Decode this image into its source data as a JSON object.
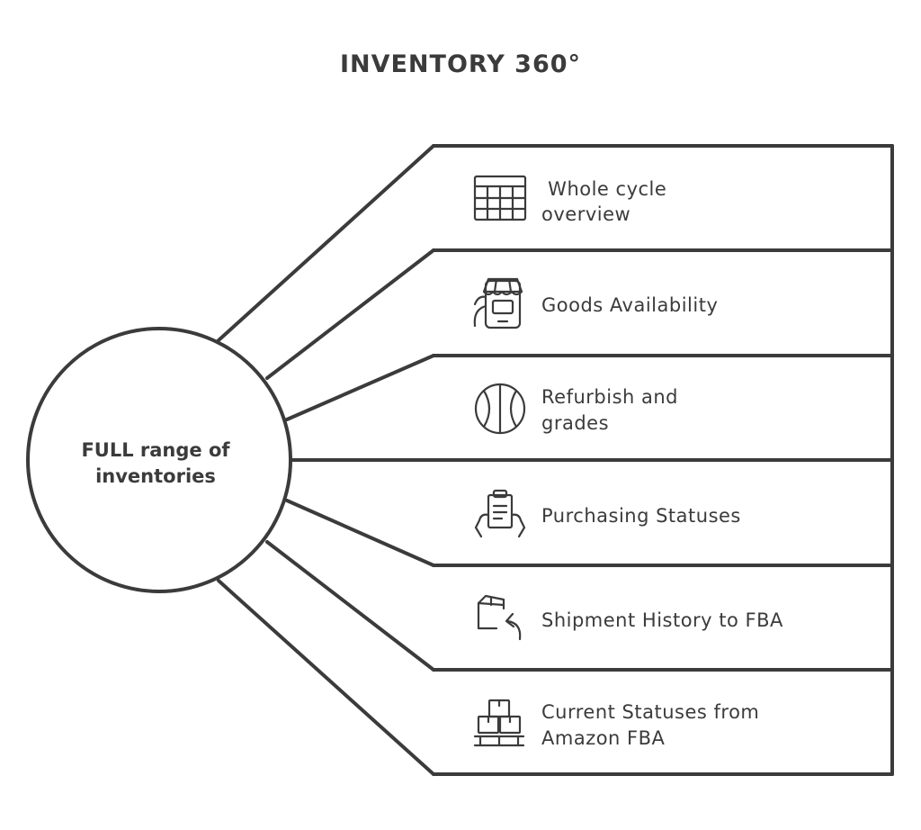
{
  "diagram": {
    "title": "INVENTORY 360°",
    "hub": {
      "line1": "FULL range of",
      "line2": "inventories"
    },
    "items": [
      {
        "lines": [
          " Whole cycle",
          "overview"
        ],
        "icon": "table-grid-icon"
      },
      {
        "lines": [
          "Goods Availability"
        ],
        "icon": "shop-phone-icon"
      },
      {
        "lines": [
          "Refurbish and",
          "grades"
        ],
        "icon": "ball-icon"
      },
      {
        "lines": [
          "Purchasing Statuses"
        ],
        "icon": "clipboard-hands-icon"
      },
      {
        "lines": [
          "Shipment History to FBA"
        ],
        "icon": "box-return-icon"
      },
      {
        "lines": [
          "Current Statuses from",
          "Amazon FBA"
        ],
        "icon": "stacked-boxes-pallet-icon"
      }
    ],
    "colors": {
      "ink": "#3b3b3b",
      "background": "#ffffff"
    }
  }
}
